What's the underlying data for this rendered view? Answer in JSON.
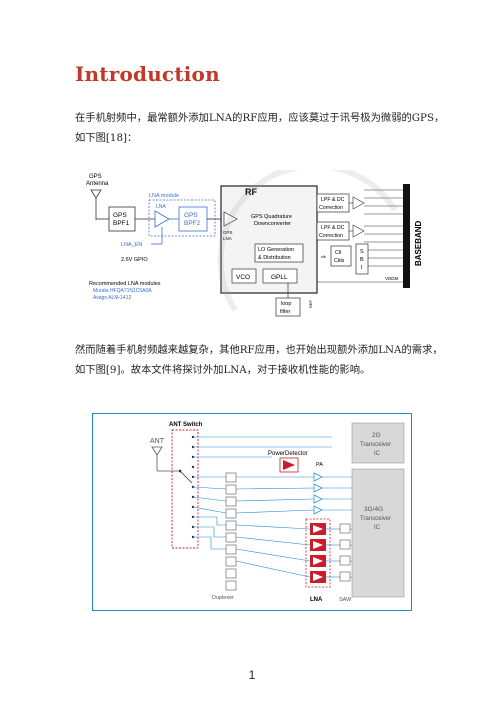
{
  "doc": {
    "title": "Introduction",
    "para1_line1": "在手机射频中，最常额外添加LNA的RF应用，应该莫过于讯号极为微弱的GPS，",
    "para1_line2": "如下图[18]：",
    "para2_line1": "然而随着手机射频越来越复杂，其他RF应用，也开始出现额外添加LNA的需求，",
    "para2_line2": "如下图[9]。故本文件将探讨外加LNA，对于接收机性能的影响。",
    "page_number": "1"
  },
  "figure1": {
    "gps_antenna": [
      "GPS",
      "Antenna"
    ],
    "lna_module": "LNA module",
    "lna": "LNA",
    "gps_bpf1": [
      "GPS",
      "BPF1"
    ],
    "gps_bpf2": [
      "GPS",
      "BPF2"
    ],
    "lna_en": "LNA_EN",
    "gpio": "2.6V GPIO",
    "recommended": "Recommended LNA modules",
    "murata": "Murata HFQA71N1C5A0A",
    "avago": "Avago ALM-1412",
    "rf": "RF",
    "gps_lna": [
      "GPS",
      "LNA"
    ],
    "quad_down": [
      "GPS Quadrature",
      "Downconverter"
    ],
    "lpf1": [
      "LPF & DC",
      "Correction"
    ],
    "lpf2": [
      "LPF & DC",
      "Correction"
    ],
    "lo_gen": [
      "LO Generation",
      "& Distribution"
    ],
    "ctl": [
      "Ctl",
      "Ckts"
    ],
    "sbi": [
      "S",
      "B",
      "I"
    ],
    "vco": "VCO",
    "gpll": "GPLL",
    "loop_filter": [
      "loop",
      "filter"
    ],
    "baseband": "BASEBAND",
    "vddm": "VDDM",
    "clk": "clk",
    "ref": "REF"
  },
  "figure2": {
    "ant_switch": "ANT Switch",
    "ant": "ANT",
    "power_detector": "PowerDetector",
    "pa": "PA",
    "transceiver_2g": [
      "2G",
      "Transceiver",
      "IC"
    ],
    "transceiver_34g": [
      "3G/4G",
      "Transceiver",
      "IC"
    ],
    "duplexer": "Duplexer",
    "lna": "LNA",
    "saw": "SAW"
  },
  "colors": {
    "title": "#c0392b",
    "lna_module_blue": "#3a6fd8",
    "lna_green": "#1aa84a",
    "pa_red": "#c81e2a",
    "transceiver_gray": "#d8d8d8"
  }
}
